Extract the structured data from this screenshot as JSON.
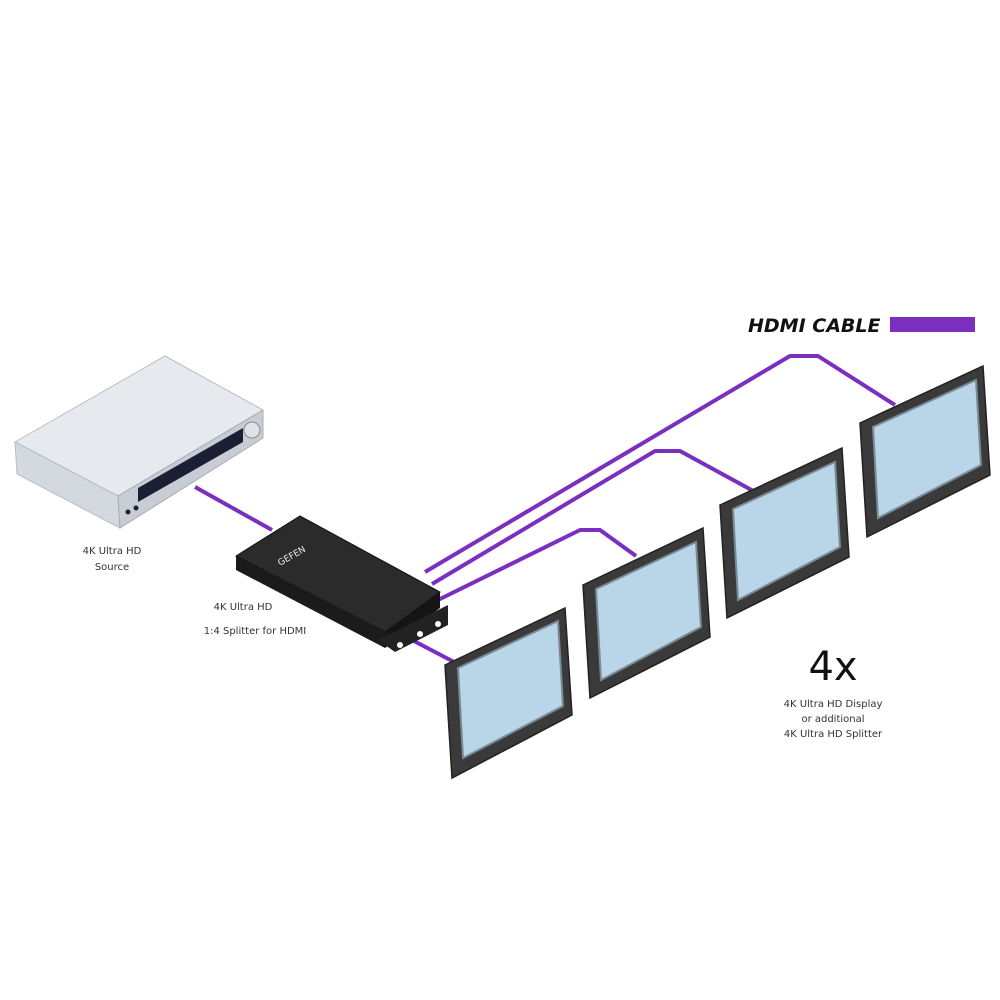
{
  "legend": {
    "label": "HDMI CABLE",
    "color": "#7b2fbe"
  },
  "source": {
    "line1": "4K Ultra HD",
    "line2": "Source"
  },
  "splitter": {
    "line1": "4K Ultra HD",
    "line2": "1:4 Splitter for HDMI",
    "brand": "GEFEN"
  },
  "displays": {
    "count": "4x",
    "line1": "4K Ultra HD  Display",
    "line2": "or additional",
    "line3": "4K Ultra HD Splitter"
  }
}
